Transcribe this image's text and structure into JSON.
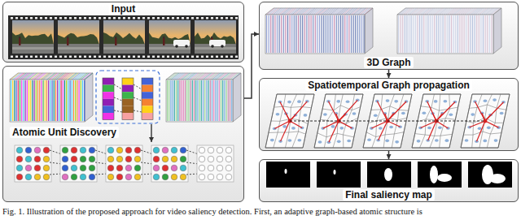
{
  "diagram": {
    "caption": "Fig. 1. Illustration of the proposed approach for video saliency detection. First, an adaptive graph-based atomic structure is",
    "nodes": [
      {
        "text": [
          "Input"
        ]
      },
      {
        "text": [
          "Atomic Unit Discovery"
        ]
      },
      {
        "text": [
          "3D Graph"
        ]
      },
      {
        "text": [
          "Spatiotemporal Graph propagation"
        ]
      },
      {
        "text": [
          "Final saliency map"
        ]
      }
    ],
    "edges": [
      {
        "from": 1,
        "to": 2,
        "arrow": "to"
      },
      {
        "from": 2,
        "to": 3,
        "arrow": "to"
      },
      {
        "from": 3,
        "to": 4,
        "arrow": "to"
      }
    ]
  }
}
